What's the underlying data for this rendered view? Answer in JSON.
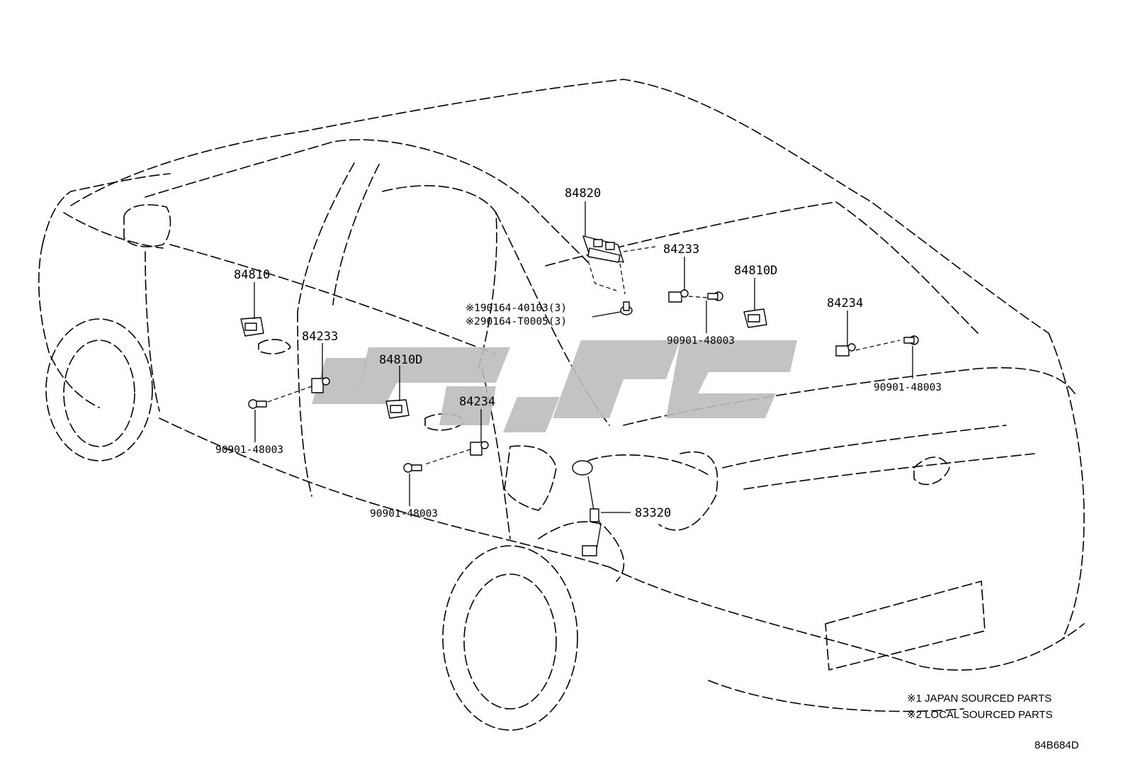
{
  "callouts": {
    "c84820": "84820",
    "c84810_front": "84810",
    "c84233_front": "84233",
    "c84810d_rear": "84810D",
    "c84234_rear_left": "84234",
    "c83320": "83320",
    "c84233_right": "84233",
    "c84810d_right": "84810D",
    "c84234_right": "84234",
    "bolt_front": "90901-48003",
    "bolt_rear_left": "90901-48003",
    "bolt_center": "90901-48003",
    "bolt_right": "90901-48003",
    "screw_1": "※190164-40103(3)",
    "screw_2": "※290164-T0005(3)"
  },
  "notes": {
    "japan": "※1 JAPAN SOURCED PARTS",
    "local": "※2 LOCAL SOURCED PARTS"
  },
  "figure_code": "84B684D",
  "watermark": {
    "color": "#bdbdbd"
  }
}
